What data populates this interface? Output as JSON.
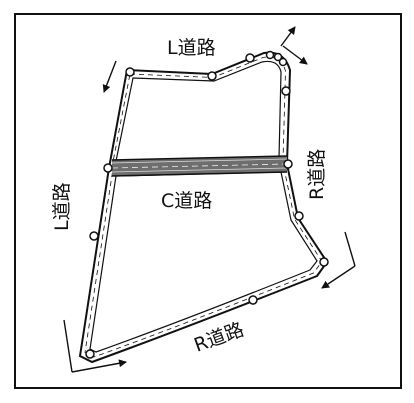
{
  "labels": {
    "top_left_road": "L道路",
    "left_road": "L道路",
    "center_road": "C道路",
    "right_road": "R道路",
    "bottom_road": "R道路"
  },
  "colors": {
    "ink": "#111111",
    "paper": "#ffffff",
    "center_band": "#6e6e6e"
  }
}
